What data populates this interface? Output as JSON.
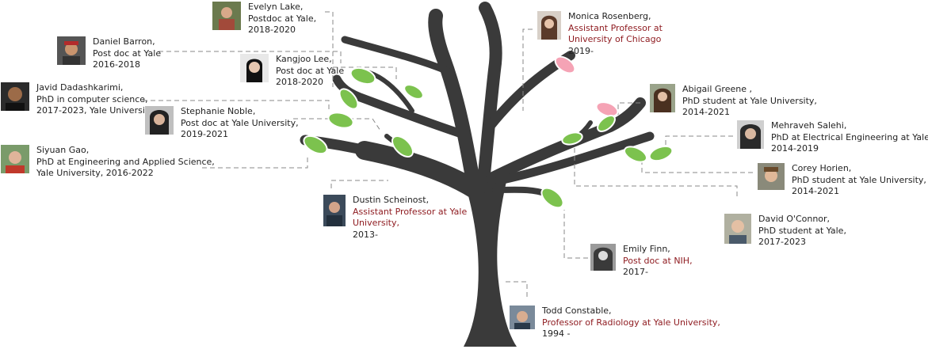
{
  "people": [
    {
      "id": "evelyn-lake",
      "name": "Evelyn Lake,",
      "lines": [
        {
          "t": "Postdoc at Yale,"
        },
        {
          "t": "2018-2020"
        }
      ]
    },
    {
      "id": "daniel-barron",
      "name": "Daniel Barron,",
      "lines": [
        {
          "t": "Post doc at Yale"
        },
        {
          "t": "2016-2018"
        }
      ]
    },
    {
      "id": "kangjoo-lee",
      "name": "Kangjoo Lee,",
      "lines": [
        {
          "t": "Post doc at Yale"
        },
        {
          "t": "2018-2020"
        }
      ]
    },
    {
      "id": "javid-dadashkarimi",
      "name": "Javid Dadashkarimi,",
      "lines": [
        {
          "t": "PhD in computer science,"
        },
        {
          "t": "2017-2023, Yale University"
        }
      ]
    },
    {
      "id": "stephanie-noble",
      "name": "Stephanie Noble,",
      "lines": [
        {
          "t": "Post doc at Yale University,"
        },
        {
          "t": "2019-2021"
        }
      ]
    },
    {
      "id": "siyuan-gao",
      "name": "Siyuan Gao,",
      "lines": [
        {
          "t": "PhD at Engineering and Applied Science,"
        },
        {
          "t": "Yale University, 2016-2022"
        }
      ]
    },
    {
      "id": "dustin-scheinost",
      "name": "Dustin Scheinost,",
      "lines": [
        {
          "t": "Assistant Professor  at Yale",
          "red": true
        },
        {
          "t": "University,",
          "red": true
        },
        {
          "t": "2013-"
        }
      ]
    },
    {
      "id": "monica-rosenberg",
      "name": "Monica Rosenberg,",
      "lines": [
        {
          "t": "Assistant Professor at",
          "red": true
        },
        {
          "t": "University of Chicago",
          "red": true
        },
        {
          "t": "2019-"
        }
      ]
    },
    {
      "id": "abigail-greene",
      "name": "Abigail Greene ,",
      "lines": [
        {
          "t": "PhD student at Yale University,"
        },
        {
          "t": "2014-2021"
        }
      ]
    },
    {
      "id": "mehraveh-salehi",
      "name": "Mehraveh Salehi,",
      "lines": [
        {
          "t": "PhD at Electrical Engineering at Yale,"
        },
        {
          "t": "2014-2019"
        }
      ]
    },
    {
      "id": "corey-horien",
      "name": "Corey Horien,",
      "lines": [
        {
          "t": "PhD student at Yale University,"
        },
        {
          "t": "2014-2021"
        }
      ]
    },
    {
      "id": "david-oconnor",
      "name": "David O'Connor,",
      "lines": [
        {
          "t": "PhD student at Yale,"
        },
        {
          "t": "2017-2023"
        }
      ]
    },
    {
      "id": "emily-finn",
      "name": "Emily Finn,",
      "lines": [
        {
          "t": "Post doc at NIH,",
          "red": true
        },
        {
          "t": "2017-"
        }
      ]
    },
    {
      "id": "todd-constable",
      "name": "Todd Constable,",
      "lines": [
        {
          "t": "Professor of Radiology at Yale University,",
          "red": true
        },
        {
          "t": "1994 -"
        }
      ]
    }
  ]
}
